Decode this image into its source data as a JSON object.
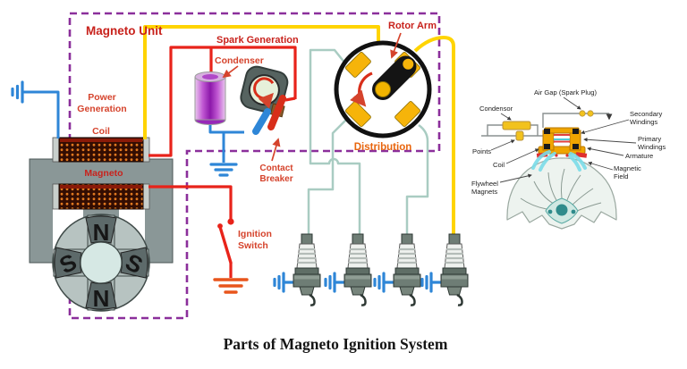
{
  "title": "Parts of Magneto Ignition System",
  "colors": {
    "border_purple": "#8B2F9B",
    "label_red": "#C8221C",
    "label_red2": "#D5432C",
    "label_orange": "#E8650D",
    "wire_red": "#E8231A",
    "wire_yellow": "#FFD400",
    "wire_blue": "#2E86D7",
    "wire_teal": "#A9CCC2",
    "ground_orange": "#E8551C",
    "condenser_purple": "#8C18AA",
    "pad_yellow": "#F6B40A",
    "frame_gray": "#8A9797",
    "inset_yellow": "#F2C21D",
    "inset_cyan": "#7ADBE8"
  },
  "main": {
    "unit_label": "Magneto Unit",
    "power_generation": [
      "Power",
      "Generation"
    ],
    "coil_label": "Coil",
    "magneto_label": "Magneto",
    "spark_generation": "Spark Generation",
    "condenser_label": "Condenser",
    "contact_breaker": [
      "Contact",
      "Breaker"
    ],
    "ignition_switch": [
      "Ignition",
      "Switch"
    ],
    "rotor_arm": "Rotor Arm",
    "distribution_label": "Distribution",
    "magnet_poles": {
      "top": "N",
      "left": "S",
      "right": "S",
      "bottom": "N"
    }
  },
  "inset": {
    "air_gap": "Air Gap (Spark Plug)",
    "condensor": "Condensor",
    "secondary_windings": [
      "Secondary",
      "Windings"
    ],
    "primary_windings": [
      "Primary",
      "Windings"
    ],
    "points": "Points",
    "armature": "Armature",
    "coil": "Coil",
    "magnetic_field": [
      "Magnetic",
      "Field"
    ],
    "flywheel_magnets": [
      "Flywheel",
      "Magnets"
    ]
  }
}
